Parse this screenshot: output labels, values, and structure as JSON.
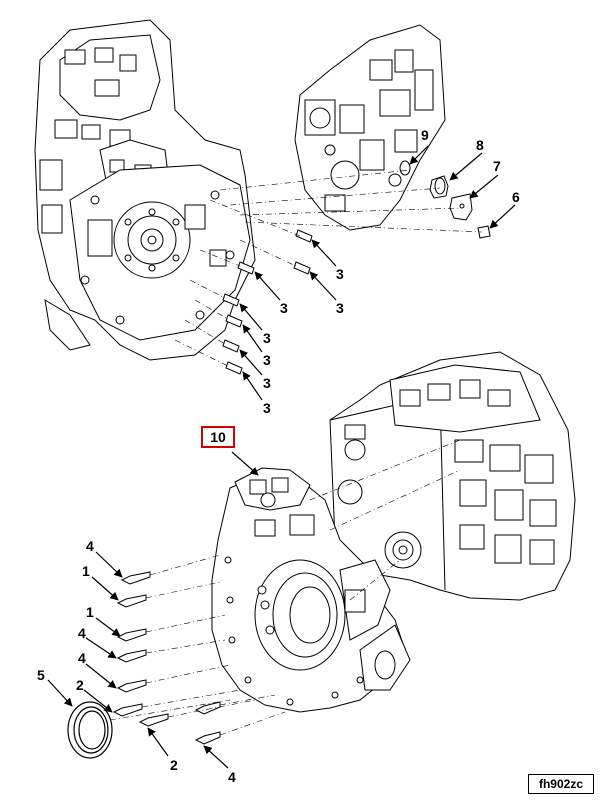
{
  "callouts": {
    "c1a": "1",
    "c1b": "1",
    "c2a": "2",
    "c2b": "2",
    "c3a": "3",
    "c3b": "3",
    "c3c": "3",
    "c3d": "3",
    "c3e": "3",
    "c3f": "3",
    "c3g": "3",
    "c4a": "4",
    "c4b": "4",
    "c4c": "4",
    "c4d": "4",
    "c5": "5",
    "c6": "6",
    "c7": "7",
    "c8": "8",
    "c9": "9",
    "c10": "10"
  },
  "figure_id": "fh902zc",
  "colors": {
    "highlight": "#d40000",
    "line": "#000000"
  }
}
